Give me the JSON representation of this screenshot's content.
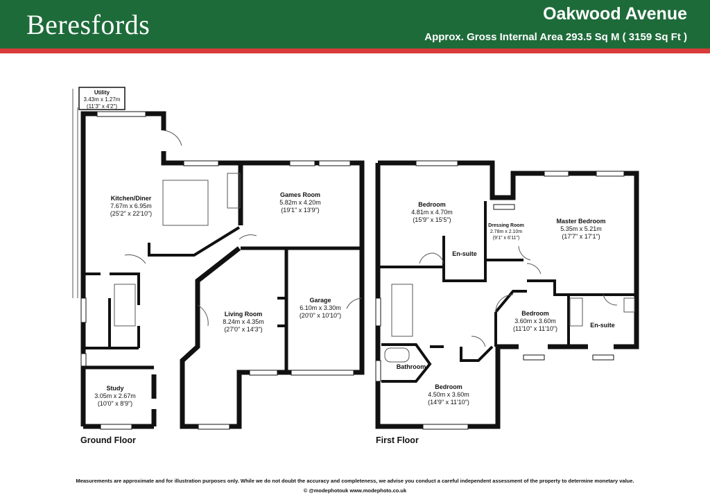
{
  "header": {
    "brand": "Beresfords",
    "title": "Oakwood Avenue",
    "area": "Approx. Gross Internal Area 293.5 Sq M ( 3159 Sq Ft )",
    "colors": {
      "green": "#1e6b3a",
      "red": "#d93a3a"
    }
  },
  "floors": {
    "ground": "Ground Floor",
    "first": "First Floor"
  },
  "rooms": {
    "utility": {
      "name": "Utility",
      "metric": "3.43m x 1.27m",
      "imperial": "(11'3\" x 4'2\")"
    },
    "kitchen": {
      "name": "Kitchen/Diner",
      "metric": "7.67m x 6.95m",
      "imperial": "(25'2\" x 22'10\")"
    },
    "games": {
      "name": "Games Room",
      "metric": "5.82m x 4.20m",
      "imperial": "(19'1\" x 13'9\")"
    },
    "living": {
      "name": "Living Room",
      "metric": "8.24m x 4.35m",
      "imperial": "(27'0\" x 14'3\")"
    },
    "garage": {
      "name": "Garage",
      "metric": "6.10m x 3.30m",
      "imperial": "(20'0\" x 10'10\")"
    },
    "study": {
      "name": "Study",
      "metric": "3.05m x 2.67m",
      "imperial": "(10'0\" x 8'9\")"
    },
    "bed1": {
      "name": "Bedroom",
      "metric": "4.81m x 4.70m",
      "imperial": "(15'9\" x 15'5\")"
    },
    "ensuite1": {
      "name": "En-suite"
    },
    "dressing": {
      "name": "Dressing Room",
      "metric": "2.78m x 2.10m",
      "imperial": "(9'1\" x 6'11\")"
    },
    "master": {
      "name": "Master Bedroom",
      "metric": "5.35m x 5.21m",
      "imperial": "(17'7\" x 17'1\")"
    },
    "bed3": {
      "name": "Bedroom",
      "metric": "3.60m x 3.60m",
      "imperial": "(11'10\" x 11'10\")"
    },
    "ensuite2": {
      "name": "En-suite"
    },
    "bathroom": {
      "name": "Bathroom"
    },
    "bed4": {
      "name": "Bedroom",
      "metric": "4.50m x 3.60m",
      "imperial": "(14'9\" x 11'10\")"
    }
  },
  "footer": {
    "disclaimer": "Measurements are approximate and for illustration purposes only.  While we do not doubt the accuracy and completeness, we advise you conduct a careful independent assessment of the property to determine monetary value.",
    "credit": "© @modephotouk www.modephoto.co.uk"
  }
}
